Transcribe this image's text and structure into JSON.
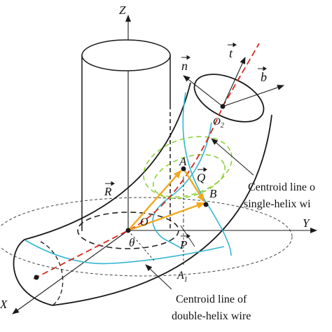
{
  "labels": {
    "z_axis": "Z",
    "y_axis": "Y",
    "x_axis": "X",
    "t_vec": "t",
    "n_vec": "n",
    "b_vec": "b",
    "o2_main": "O",
    "o2_sub": "2",
    "a_pt": "A",
    "b_pt": "B",
    "o_pt": "O",
    "r_vec": "R",
    "q_vec": "Q",
    "p_vec": "P",
    "theta": "θ",
    "a1_main": "A",
    "a1_sub": "1",
    "callout_single_line1": "Centroid line o",
    "callout_single_line2": "single-helix wi",
    "callout_double_line1": "Centroid line of",
    "callout_double_line2": "double-helix wire"
  },
  "colors": {
    "line": "#1a1a1a",
    "centroid_dashed": "#d42a1f",
    "helix_wire": "#32b6d0",
    "vector_arrows": "#f2a81d",
    "helix_circle_dashed": "#8fd13a"
  }
}
